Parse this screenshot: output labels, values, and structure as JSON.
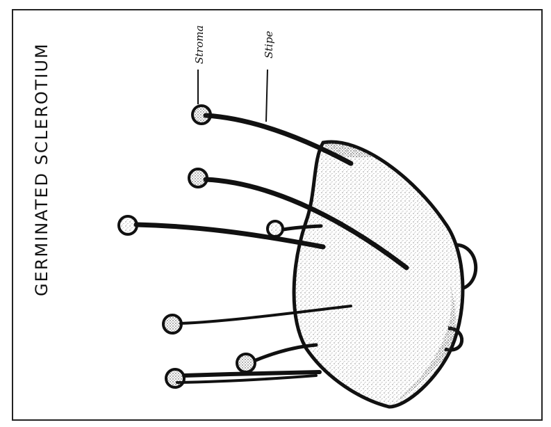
{
  "diagram": {
    "title": "GERMINATED SCLEROTIUM",
    "labels": {
      "stroma": "Stroma",
      "stipe": "Stipe"
    },
    "colors": {
      "ink": "#111111",
      "stipple": "#444444",
      "paper": "#ffffff"
    }
  }
}
